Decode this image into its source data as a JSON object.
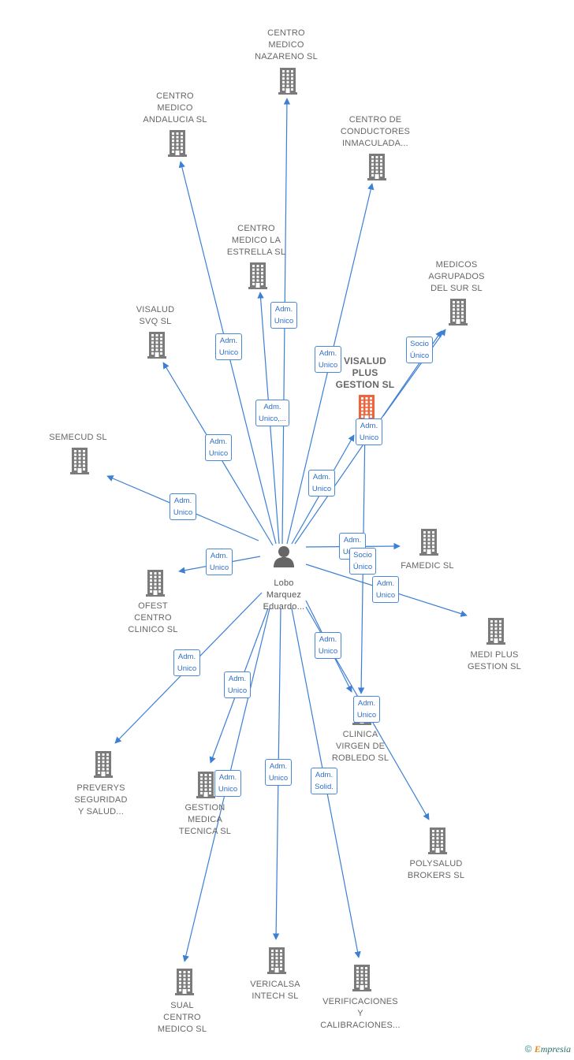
{
  "center": {
    "id": "lobo",
    "label": "Lobo\nMarquez\nEduardo..."
  },
  "nodes": [
    {
      "id": "nazareno",
      "label": "CENTRO\nMEDICO\nNAZARENO SL",
      "color": "#7b7b7b"
    },
    {
      "id": "andalucia",
      "label": "CENTRO\nMEDICO\nANDALUCIA SL",
      "color": "#7b7b7b"
    },
    {
      "id": "conductores",
      "label": "CENTRO DE\nCONDUCTORES\nINMACULADA...",
      "color": "#7b7b7b"
    },
    {
      "id": "estrella",
      "label": "CENTRO\nMEDICO LA\nESTRELLA SL",
      "color": "#7b7b7b"
    },
    {
      "id": "agrupados",
      "label": "MEDICOS\nAGRUPADOS\nDEL SUR  SL",
      "color": "#7b7b7b"
    },
    {
      "id": "visaludsvq",
      "label": "VISALUD\nSVQ  SL",
      "color": "#7b7b7b"
    },
    {
      "id": "visaludplus",
      "label": "VISALUD\nPLUS\nGESTION  SL",
      "color": "#f0643c",
      "highlight": true
    },
    {
      "id": "semecud",
      "label": "SEMECUD SL",
      "color": "#7b7b7b"
    },
    {
      "id": "famedic",
      "label": "FAMEDIC  SL",
      "color": "#7b7b7b"
    },
    {
      "id": "ofest",
      "label": "OFEST\nCENTRO\nCLINICO  SL",
      "color": "#7b7b7b"
    },
    {
      "id": "mediplus",
      "label": "MEDI PLUS\nGESTION  SL",
      "color": "#7b7b7b"
    },
    {
      "id": "robledo",
      "label": "CLINICA\nVIRGEN DE\nROBLEDO  SL",
      "color": "#7b7b7b"
    },
    {
      "id": "preverys",
      "label": "PREVERYS\nSEGURIDAD\nY SALUD...",
      "color": "#7b7b7b"
    },
    {
      "id": "gestion",
      "label": "GESTION\nMEDICA\nTECNICA SL",
      "color": "#7b7b7b"
    },
    {
      "id": "polysalud",
      "label": "POLYSALUD\nBROKERS  SL",
      "color": "#7b7b7b"
    },
    {
      "id": "sual",
      "label": "SUAL\nCENTRO\nMEDICO  SL",
      "color": "#7b7b7b"
    },
    {
      "id": "vericalsa",
      "label": "VERICALSA\nINTECH  SL",
      "color": "#7b7b7b"
    },
    {
      "id": "verificaciones",
      "label": "VERIFICACIONES\nY\nCALIBRACIONES...",
      "color": "#7b7b7b"
    }
  ],
  "edges": [
    {
      "from": "lobo",
      "to": "nazareno",
      "label": "Adm.\nUnico"
    },
    {
      "from": "lobo",
      "to": "andalucia",
      "label": "Adm.\nUnico"
    },
    {
      "from": "lobo",
      "to": "conductores",
      "label": "Adm.\nUnico"
    },
    {
      "from": "lobo",
      "to": "estrella",
      "label": "Adm.\nUnico,..."
    },
    {
      "from": "visaludplus",
      "to": "agrupados",
      "label": "Socio\nÚnico"
    },
    {
      "from": "lobo",
      "to": "visaludsvq",
      "label": "Adm.\nUnico"
    },
    {
      "from": "lobo",
      "to": "visaludplus",
      "label": "Adm.\nUnico"
    },
    {
      "from": "lobo",
      "to": "agrupados",
      "label": "Adm.\nUnico"
    },
    {
      "from": "lobo",
      "to": "semecud",
      "label": "Adm.\nUnico"
    },
    {
      "from": "lobo",
      "to": "famedic",
      "label": "Adm.\nUnico"
    },
    {
      "from": "visaludplus",
      "to": "robledo",
      "label": "Socio\nÚnico"
    },
    {
      "from": "lobo",
      "to": "ofest",
      "label": "Adm.\nUnico"
    },
    {
      "from": "lobo",
      "to": "mediplus",
      "label": "Adm.\nUnico"
    },
    {
      "from": "lobo",
      "to": "robledo",
      "label": "Adm.\nUnico"
    },
    {
      "from": "lobo",
      "to": "preverys",
      "label": "Adm.\nUnico"
    },
    {
      "from": "lobo",
      "to": "gestion",
      "label": "Adm.\nUnico"
    },
    {
      "from": "lobo",
      "to": "polysalud",
      "label": "Adm.\nUnico"
    },
    {
      "from": "lobo",
      "to": "sual",
      "label": "Adm.\nUnico"
    },
    {
      "from": "lobo",
      "to": "vericalsa",
      "label": "Adm.\nUnico"
    },
    {
      "from": "lobo",
      "to": "verificaciones",
      "label": "Adm.\nSolid."
    }
  ],
  "style": {
    "edge_color": "#3c7fd4",
    "building_color": "#7b7b7b",
    "highlight_color": "#f0643c",
    "person_color": "#666666"
  },
  "footer": {
    "copyright_symbol": "©",
    "brand_initial": "E",
    "brand_rest": "mpresia"
  }
}
